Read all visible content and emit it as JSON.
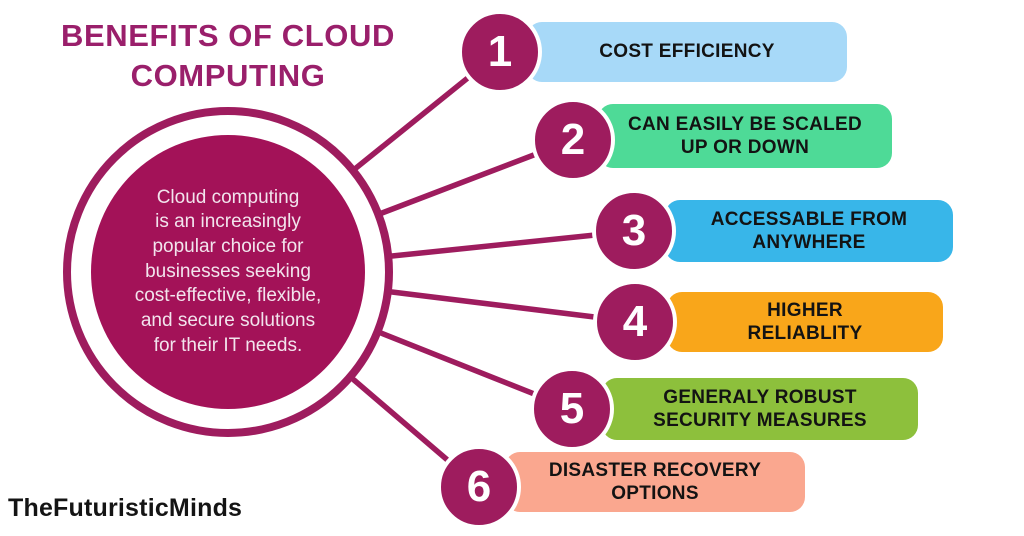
{
  "title": "BENEFITS OF CLOUD\nCOMPUTING",
  "center": {
    "text": "Cloud computing\nis an increasingly\npopular choice for\nbusinesses seeking\ncost-effective, flexible,\nand secure solutions\nfor their IT needs."
  },
  "benefits": [
    {
      "number": "1",
      "label": "COST EFFICIENCY",
      "color": "#A7D9F8"
    },
    {
      "number": "2",
      "label": "CAN EASILY BE SCALED\nUP OR DOWN",
      "color": "#4EDA97"
    },
    {
      "number": "3",
      "label": "ACCESSABLE FROM\nANYWHERE",
      "color": "#38B6E9"
    },
    {
      "number": "4",
      "label": "HIGHER\nRELIABLITY",
      "color": "#F9A61A"
    },
    {
      "number": "5",
      "label": "GENERALY ROBUST\nSECURITY MEASURES",
      "color": "#8DC03C"
    },
    {
      "number": "6",
      "label": "DISASTER RECOVERY\nOPTIONS",
      "color": "#FAA78F"
    }
  ],
  "brand": "TheFuturisticMinds",
  "colors": {
    "title": "#9A1F6B",
    "magenta": "#9E1C5E",
    "circle_fill": "#A31258",
    "circle_text": "#F2E4ED",
    "pill_text": "#131313",
    "background": "#FFFFFF"
  }
}
